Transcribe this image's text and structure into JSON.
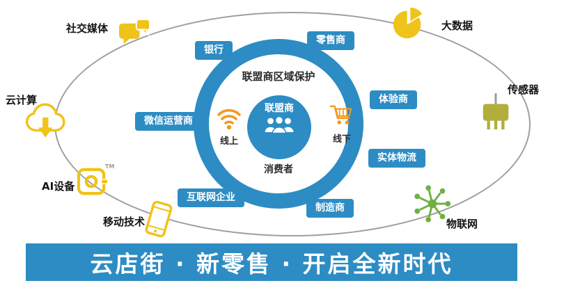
{
  "colors": {
    "primary_blue": "#2d8cc3",
    "icon_yellow": "#efc319",
    "icon_orange": "#f5991f",
    "icon_olive": "#b1ae3e",
    "icon_green": "#6fb043",
    "orbit_gray": "#9e9e9e",
    "text_dark": "#141414"
  },
  "center": {
    "ring_title": "联盟商区域保护",
    "core_label": "联盟商",
    "consumer_label": "消费者",
    "online_label": "线上",
    "offline_label": "线下"
  },
  "ring_tags": [
    {
      "label": "银行"
    },
    {
      "label": "零售商"
    },
    {
      "label": "体验商"
    },
    {
      "label": "实体物流"
    },
    {
      "label": "制造商"
    },
    {
      "label": "互联网企业"
    },
    {
      "label": "微信运营商"
    }
  ],
  "outer_nodes": [
    {
      "label": "社交媒体",
      "icon": "chat-bubbles-icon"
    },
    {
      "label": "大数据",
      "icon": "pie-chart-icon"
    },
    {
      "label": "传感器",
      "icon": "sensor-chip-icon"
    },
    {
      "label": "物联网",
      "icon": "iot-network-icon"
    },
    {
      "label": "移动技术",
      "icon": "smartphone-icon"
    },
    {
      "label": "AI设备",
      "icon": "ai-camera-icon",
      "badge": "TM"
    },
    {
      "label": "云计算",
      "icon": "cloud-download-icon"
    }
  ],
  "banner": {
    "text": "云店街 · 新零售 · 开启全新时代"
  }
}
